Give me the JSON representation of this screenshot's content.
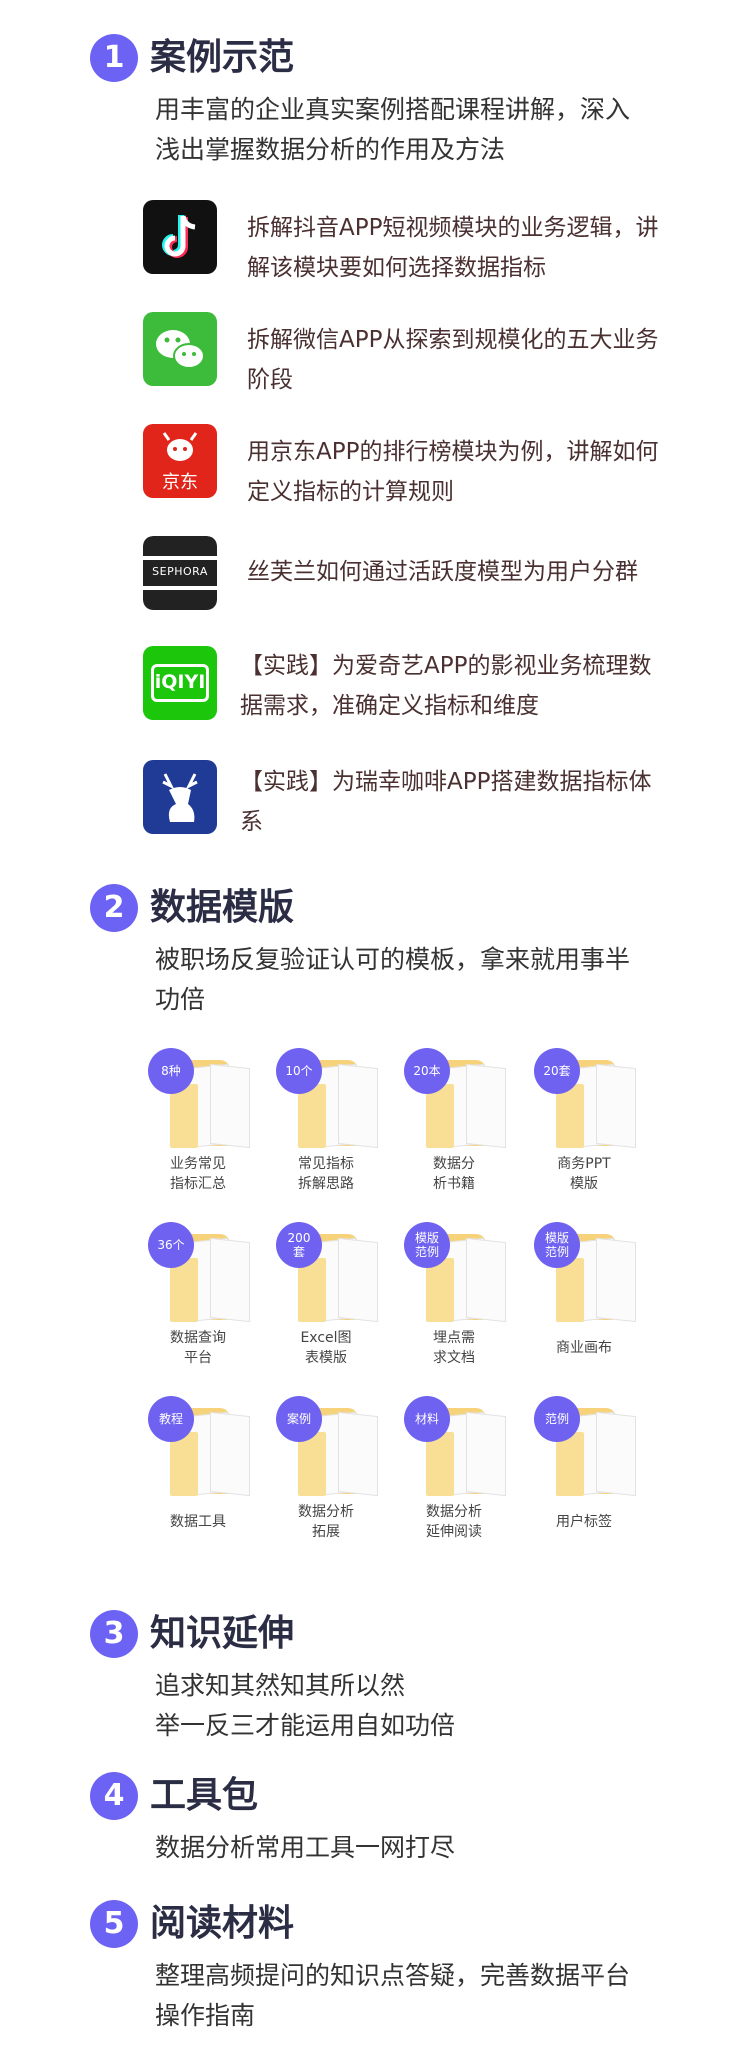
{
  "sections": [
    {
      "num": "1",
      "title": "案例示范",
      "desc": [
        "用丰富的企业真实案例搭配课程讲解，深入",
        "浅出掌握数据分析的作用及方法"
      ]
    },
    {
      "num": "2",
      "title": "数据模版",
      "desc": [
        "被职场反复验证认可的模板，拿来就用事半",
        "功倍"
      ]
    },
    {
      "num": "3",
      "title": "知识延伸",
      "desc": [
        "追求知其然知其所以然",
        "举一反三才能运用自如功倍"
      ]
    },
    {
      "num": "4",
      "title": "工具包",
      "desc": [
        "数据分析常用工具一网打尽"
      ]
    },
    {
      "num": "5",
      "title": "阅读材料",
      "desc": [
        "整理高频提问的知识点答疑，完善数据平台",
        "操作指南"
      ]
    }
  ],
  "cases": [
    {
      "icon": "douyin-icon",
      "lines": [
        "拆解抖音APP短视频模块的业务逻辑，讲",
        "解该模块要如何选择数据指标"
      ]
    },
    {
      "icon": "wechat-icon",
      "lines": [
        "拆解微信APP从探索到规模化的五大业务",
        "阶段"
      ]
    },
    {
      "icon": "jd-icon",
      "brand": "京东",
      "lines": [
        "用京东APP的排行榜模块为例，讲解如何",
        "定义指标的计算规则"
      ]
    },
    {
      "icon": "sephora-icon",
      "brand": "SEPHORA",
      "lines": [
        "丝芙兰如何通过活跃度模型为用户分群"
      ]
    },
    {
      "icon": "iqiyi-icon",
      "brand": "iQIYI",
      "lines": [
        "【实践】为爱奇艺APP的影视业务梳理数",
        "据需求，准确定义指标和维度"
      ]
    },
    {
      "icon": "luckin-icon",
      "lines": [
        "【实践】为瑞幸咖啡APP搭建数据指标体",
        "系"
      ]
    }
  ],
  "templates": [
    {
      "badge": "8种",
      "label": [
        "业务常见",
        "指标汇总"
      ]
    },
    {
      "badge": "10个",
      "label": [
        "常见指标",
        "拆解思路"
      ]
    },
    {
      "badge": "20本",
      "label": [
        "数据分",
        "析书籍"
      ]
    },
    {
      "badge": "20套",
      "label": [
        "商务PPT",
        "模版"
      ]
    },
    {
      "badge": "36个",
      "label": [
        "数据查询",
        "平台"
      ]
    },
    {
      "badge": "200\n套",
      "label": [
        "Excel图",
        "表模版"
      ]
    },
    {
      "badge": "模版\n范例",
      "label": [
        "埋点需",
        "求文档"
      ]
    },
    {
      "badge": "模版\n范例",
      "label": [
        "商业画布"
      ]
    },
    {
      "badge": "教程",
      "label": [
        "数据工具"
      ]
    },
    {
      "badge": "案例",
      "label": [
        "数据分析",
        "拓展"
      ]
    },
    {
      "badge": "材料",
      "label": [
        "数据分析",
        "延伸阅读"
      ]
    },
    {
      "badge": "范例",
      "label": [
        "用户标签"
      ]
    }
  ],
  "colors": {
    "accent": "#6c63f5",
    "title": "#2a2d44"
  }
}
